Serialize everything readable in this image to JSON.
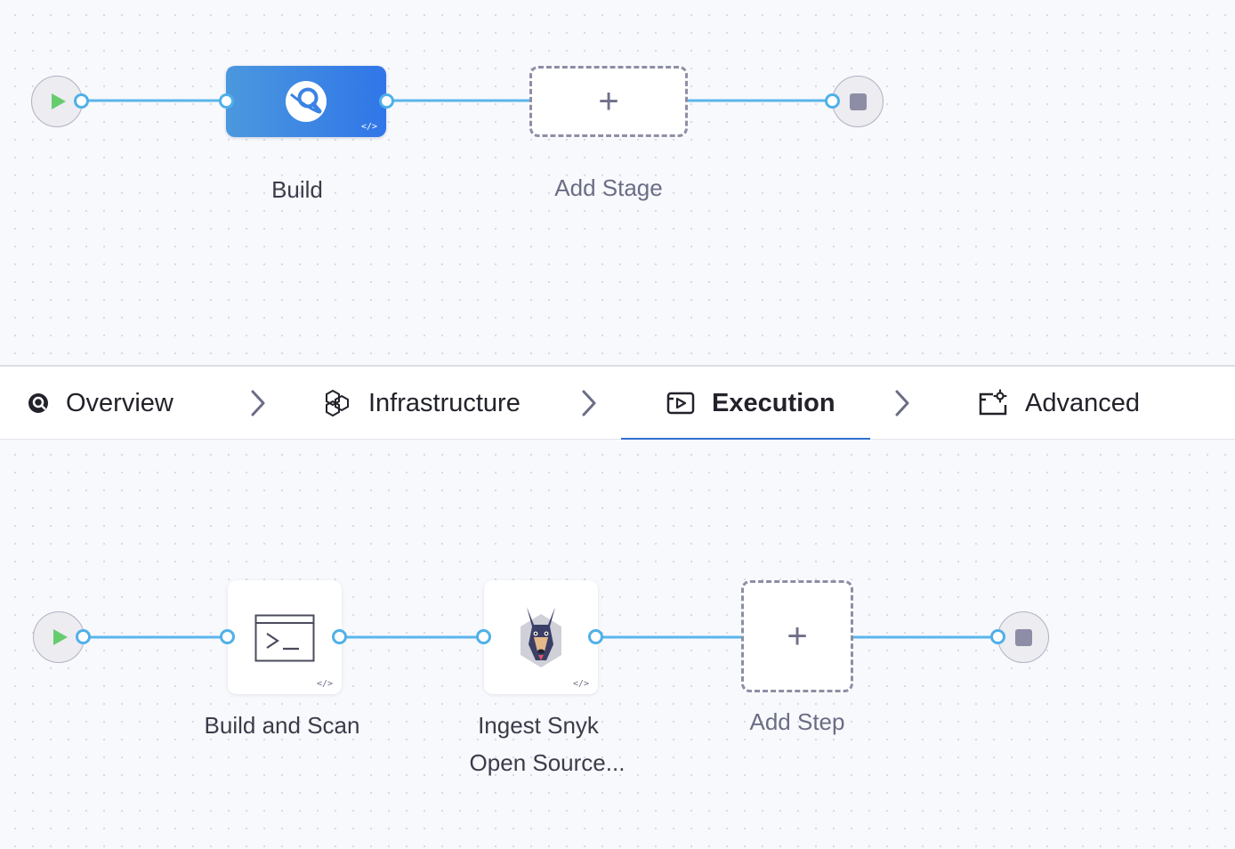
{
  "pipeline": {
    "start_icon": "play-icon",
    "end_icon": "stop-icon",
    "stages": [
      {
        "name": "Build",
        "icon": "ci-build-icon",
        "badge": "</>"
      }
    ],
    "add_stage_label": "Add Stage"
  },
  "stage_tabs": {
    "active": "Execution",
    "items": [
      {
        "label": "Overview",
        "icon": "overview-icon"
      },
      {
        "label": "Infrastructure",
        "icon": "infrastructure-icon"
      },
      {
        "label": "Execution",
        "icon": "execution-icon"
      },
      {
        "label": "Advanced",
        "icon": "advanced-settings-icon"
      }
    ]
  },
  "execution": {
    "start_icon": "play-icon",
    "end_icon": "stop-icon",
    "steps": [
      {
        "name": "Build and Scan",
        "icon": "terminal-icon",
        "badge": "</>"
      },
      {
        "name_line1": "Ingest Snyk",
        "name_line2": "Open Source...",
        "icon": "snyk-dog-icon",
        "badge": "</>"
      }
    ],
    "add_step_label": "Add Step"
  },
  "colors": {
    "canvas_bg": "#f8f9fc",
    "connector": "#5ab5ec",
    "stage_gradient_start": "#4b98de",
    "stage_gradient_end": "#3076e8",
    "active_tab_underline": "#2e6fd0",
    "play_green": "#66cc6e"
  }
}
